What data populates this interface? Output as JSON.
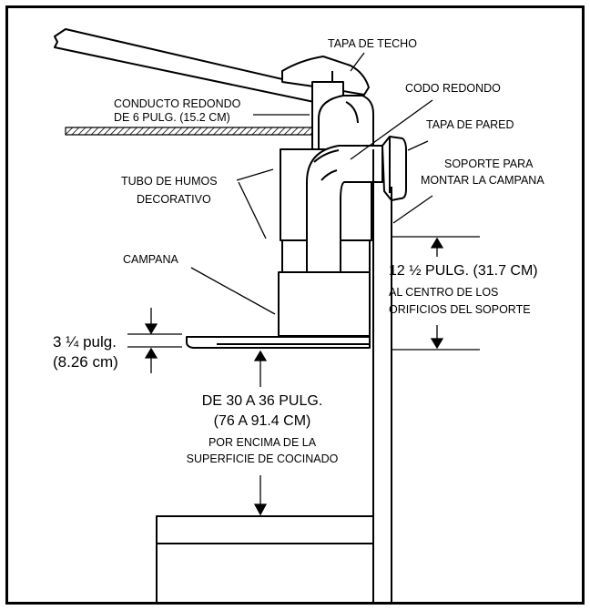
{
  "labels": {
    "roof_cap": "TAPA DE TECHO",
    "round_elbow": "CODO REDONDO",
    "round_duct_1": "CONDUCTO REDONDO",
    "round_duct_2": "DE 6 PULG. (15.2 CM)",
    "wall_cap": "TAPA DE PARED",
    "mount_bracket_1": "SOPORTE PARA",
    "mount_bracket_2": "MONTAR LA CAMPANA",
    "chimney_1": "TUBO DE HUMOS",
    "chimney_2": "DECORATIVO",
    "hood": "CAMPANA"
  },
  "dimensions": {
    "bracket_1": "12 ½ PULG. (31.7 CM)",
    "bracket_2": "AL CENTRO DE LOS",
    "bracket_3": "ORIFICIOS DEL SOPORTE",
    "hood_height_1": "3 ¼ pulg.",
    "hood_height_2": "(8.26 cm)",
    "clearance_1": "DE 30 A 36 PULG.",
    "clearance_2": "(76 A 91.4 CM)",
    "clearance_3": "POR ENCIMA DE LA",
    "clearance_4": "SUPERFICIE DE COCINADO"
  },
  "colors": {
    "line": "#000000",
    "background": "#ffffff"
  }
}
